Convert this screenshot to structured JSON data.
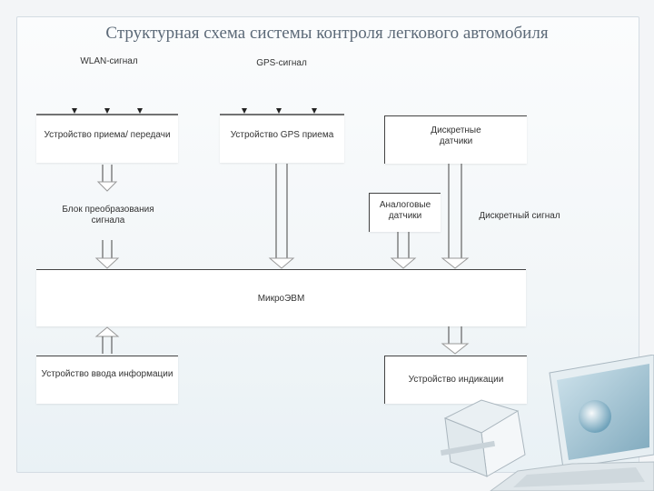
{
  "title": "Структурная схема системы контроля легкового автомобиля",
  "signals": {
    "wlan": "WLAN-сигнал",
    "gps": "GPS-сигнал",
    "discrete_signal": "Дискретный сигнал"
  },
  "blocks": {
    "receiver": "Устройство приема/ передачи",
    "gps_receiver": "Устройство GPS приема",
    "discrete_sensors": "Дискретные датчики",
    "analog_sensors": "Аналоговые датчики",
    "converter": "Блок преобразования сигнала",
    "micro_computer": "МикроЭВМ",
    "input_device": "Устройство ввода информации",
    "indication_device": "Устройство индикации"
  },
  "colors": {
    "background": "#f3f5f7",
    "title": "#5c6a78",
    "line": "#222222",
    "arrow_fill": "#ffffff"
  }
}
